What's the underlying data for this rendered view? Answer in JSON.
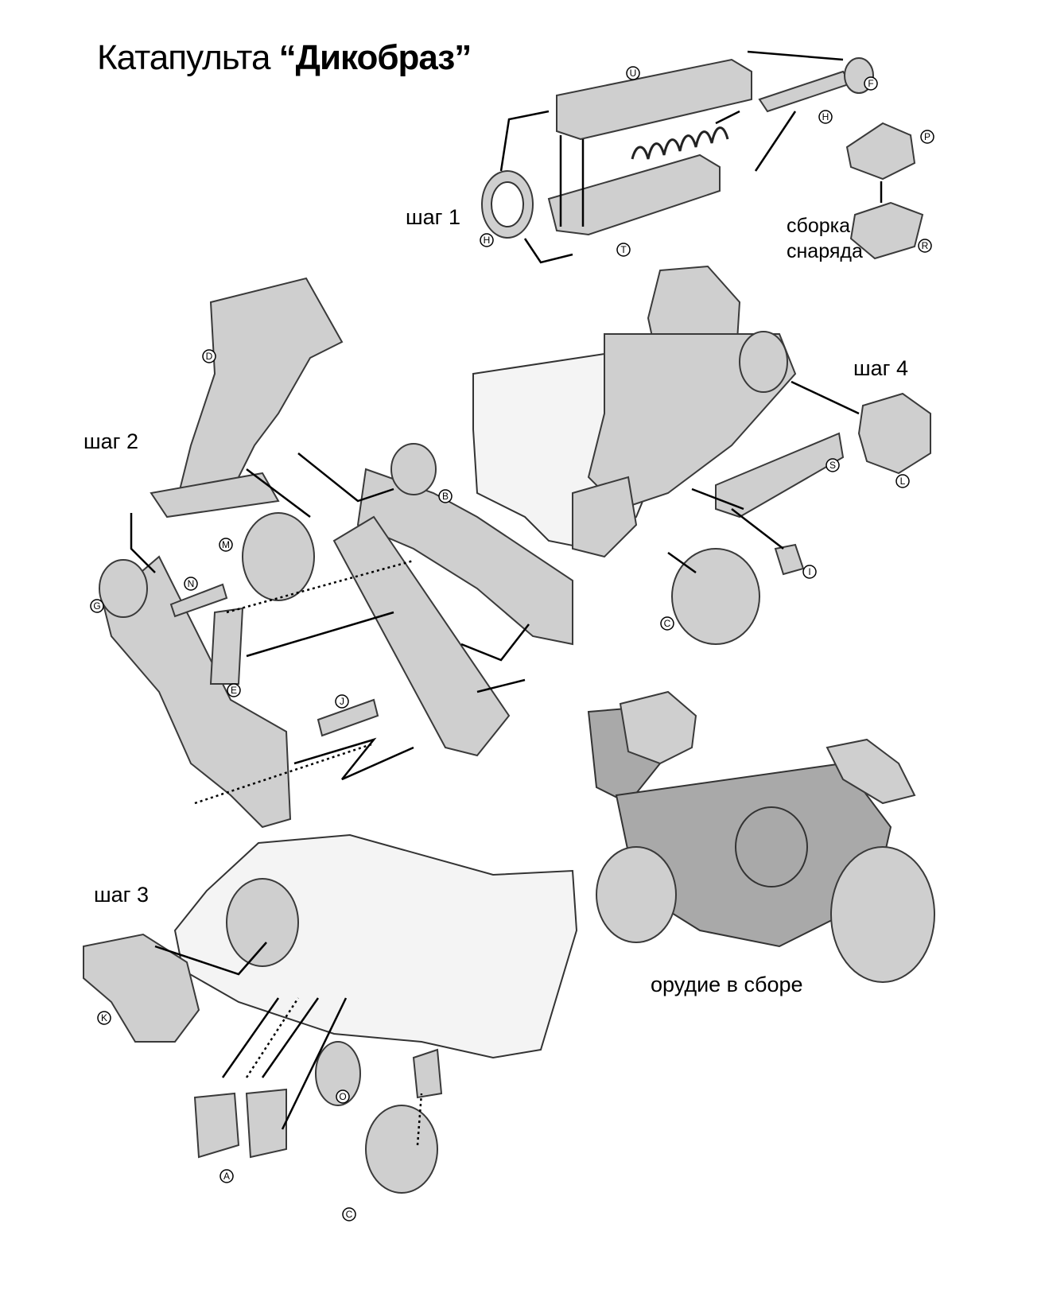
{
  "title": {
    "regular": "Катапульта ",
    "bold": "“Дикобраз”"
  },
  "steps": {
    "step1": "шаг 1",
    "step2": "шаг 2",
    "step3": "шаг 3",
    "step4": "шаг 4"
  },
  "projectile_caption": {
    "line1": "сборка",
    "line2": "снаряда"
  },
  "assembled_caption": "орудие в сборе",
  "part_letters": {
    "step1": [
      "U",
      "F",
      "H",
      "H",
      "T",
      "P",
      "R"
    ],
    "step2": [
      "D",
      "B",
      "M",
      "G",
      "N",
      "E",
      "J"
    ],
    "step3": [
      "K",
      "A",
      "O",
      "C"
    ],
    "step4": [
      "S",
      "L",
      "I",
      "C"
    ]
  }
}
